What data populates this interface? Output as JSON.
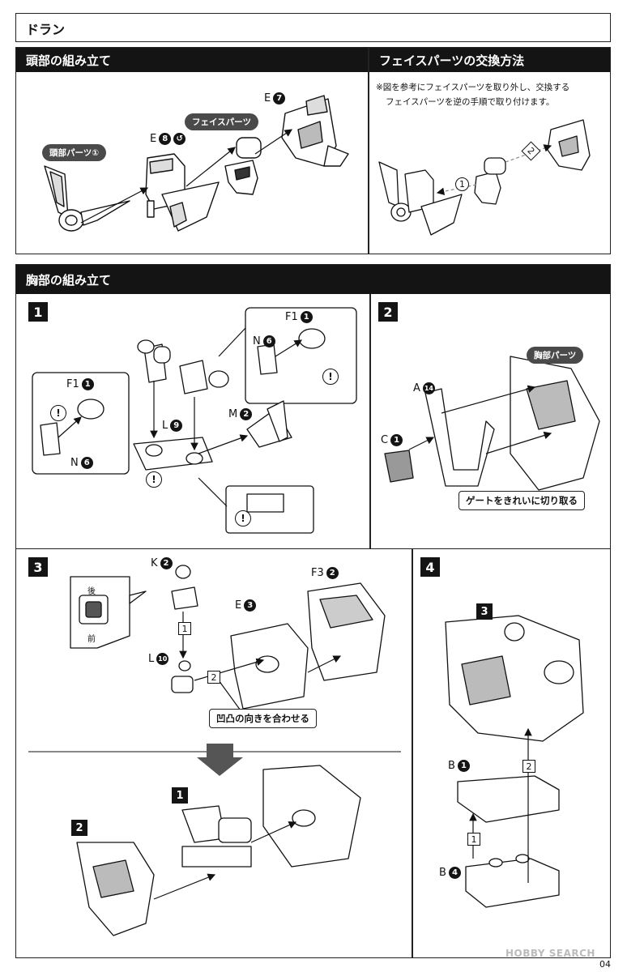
{
  "header": {
    "title": "ドラン"
  },
  "sections": {
    "head_assembly": {
      "title": "頭部の組み立て",
      "tags": {
        "head_part": "頭部パーツ①",
        "face_part": "フェイスパーツ"
      },
      "parts": [
        {
          "runner": "E",
          "num": "8",
          "extra": "↺"
        },
        {
          "runner": "E",
          "num": "7"
        }
      ]
    },
    "face_swap": {
      "title": "フェイスパーツの交換方法",
      "note_line1": "※図を参考にフェイスパーツを取り外し、交換する",
      "note_line2": "フェイスパーツを逆の手順で取り付けます。",
      "step_marks": [
        "1",
        "2"
      ]
    },
    "chest_assembly": {
      "title": "胸部の組み立て"
    }
  },
  "steps": [
    {
      "num": "1",
      "parts": [
        {
          "runner": "F1",
          "num": "1"
        },
        {
          "runner": "N",
          "num": "6"
        },
        {
          "runner": "F1",
          "num": "1"
        },
        {
          "runner": "N",
          "num": "6"
        },
        {
          "runner": "L",
          "num": "9"
        },
        {
          "runner": "M",
          "num": "2"
        }
      ],
      "warning_mark": "!"
    },
    {
      "num": "2",
      "tag": "胸部パーツ",
      "parts": [
        {
          "runner": "A",
          "num": "14"
        },
        {
          "runner": "C",
          "num": "1"
        }
      ],
      "callout": "ゲートをきれいに切り取る"
    },
    {
      "num": "3",
      "parts": [
        {
          "runner": "K",
          "num": "2"
        },
        {
          "runner": "F3",
          "num": "2"
        },
        {
          "runner": "E",
          "num": "3"
        },
        {
          "runner": "L",
          "num": "10"
        }
      ],
      "inset_back": "後",
      "inset_front": "前",
      "callout": "凹凸の向きを合わせる",
      "sub_labels": [
        "1",
        "2"
      ]
    },
    {
      "num": "4",
      "sub_refs": [
        "3"
      ],
      "parts": [
        {
          "runner": "B",
          "num": "1"
        },
        {
          "runner": "B",
          "num": "4"
        }
      ]
    }
  ],
  "footer": {
    "watermark": "HOBBY SEARCH",
    "page": "04"
  }
}
